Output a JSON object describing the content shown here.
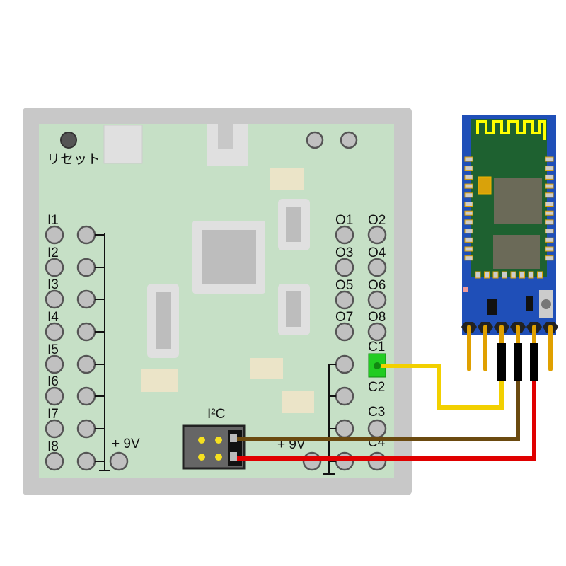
{
  "board": {
    "reset_label": "リセット",
    "input_labels": [
      "I1",
      "I2",
      "I3",
      "I4",
      "I5",
      "I6",
      "I7",
      "I8"
    ],
    "output_labels": [
      "O1",
      "O2",
      "O3",
      "O4",
      "O5",
      "O6",
      "O7",
      "O8"
    ],
    "connector_labels": [
      "C1",
      "C2",
      "C3",
      "C4"
    ],
    "power_label_left": "+ 9V",
    "power_label_right": "+ 9V",
    "i2c_label": "I²C"
  },
  "colors": {
    "board": "#c6e0c6",
    "frame": "#c8c8c8",
    "module": "#1f4fb8",
    "module_pcb": "#1e6130",
    "wire_signal": "#f2d000",
    "wire_gnd": "#6b4a10",
    "wire_power": "#e00000",
    "active_pin": "#22cc22"
  }
}
